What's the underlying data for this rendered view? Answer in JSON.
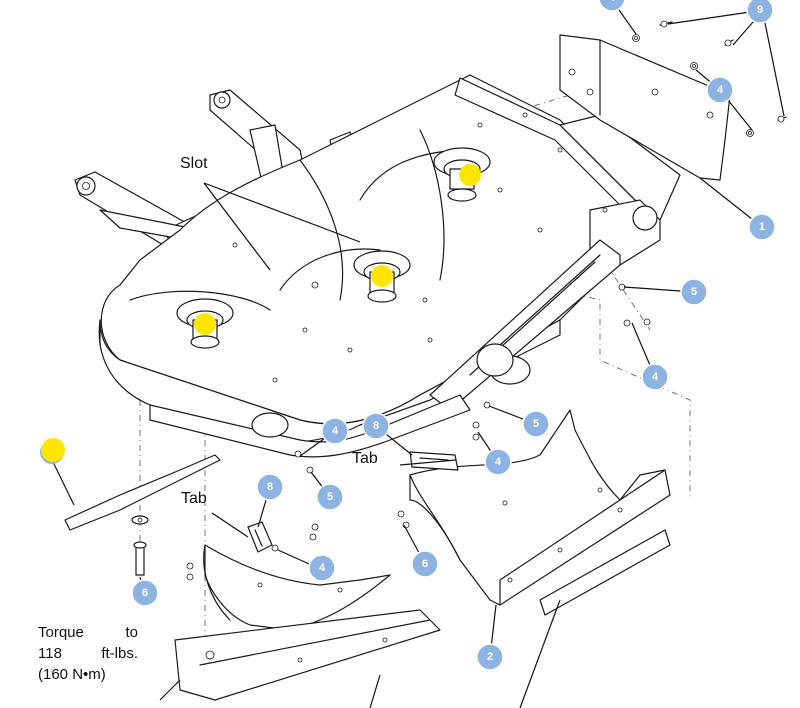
{
  "labels": {
    "slot": "Slot",
    "tab_upper": "Tab",
    "tab_lower": "Tab"
  },
  "torque_note": {
    "line1_a": "Torque",
    "line1_b": "to",
    "line2_a": "118",
    "line2_b": "ft-lbs.",
    "line3": "(160 N•m)"
  },
  "callouts": {
    "c1": "1",
    "c2": "2",
    "c4a": "4",
    "c4b": "4",
    "c4c": "4",
    "c4d": "4",
    "c4e": "4",
    "c5a": "5",
    "c5b": "5",
    "c5c": "5",
    "c6a": "6",
    "c6b": "6",
    "c8a": "8",
    "c8b": "8",
    "c9": "9"
  },
  "colors": {
    "callout_fill": "#8db3e2",
    "highlight": "#ffe600",
    "line": "#1a1a1a"
  }
}
